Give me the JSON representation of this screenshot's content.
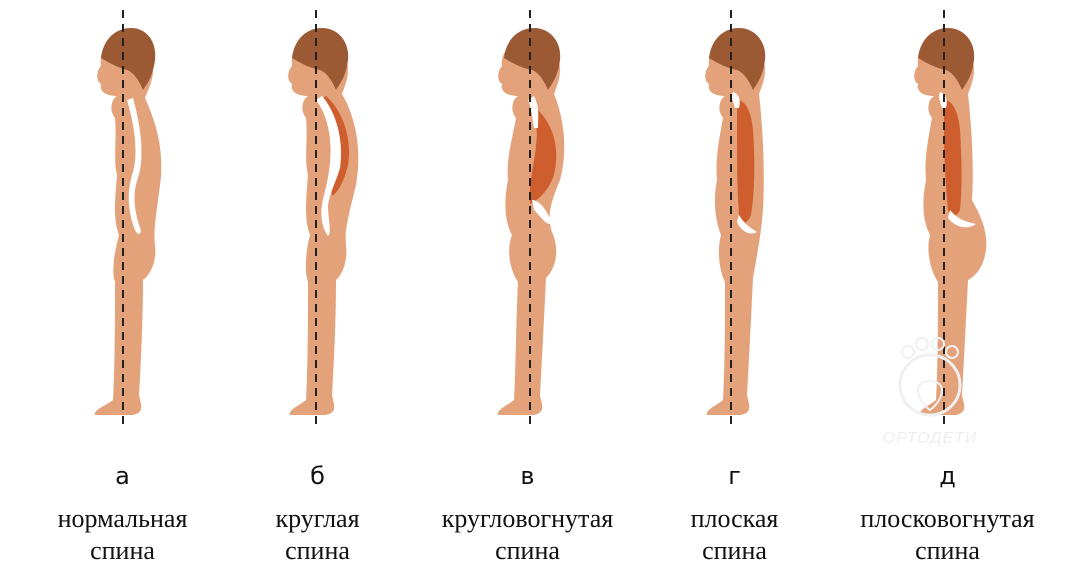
{
  "postures": [
    {
      "letter": "а",
      "line1": "нормальная",
      "line2": "спина",
      "icon": "posture-normal-back"
    },
    {
      "letter": "б",
      "line1": "круглая",
      "line2": "спина",
      "icon": "posture-round-back"
    },
    {
      "letter": "в",
      "line1": "кругловогнутая",
      "line2": "спина",
      "icon": "posture-round-concave-back"
    },
    {
      "letter": "г",
      "line1": "плоская",
      "line2": "спина",
      "icon": "posture-flat-back"
    },
    {
      "letter": "д",
      "line1": "плосковогнутая",
      "line2": "спина",
      "icon": "posture-flat-concave-back"
    }
  ],
  "watermark": {
    "text": "ОРТОДЕТИ"
  },
  "colors": {
    "skin": "#e3a27a",
    "hair": "#9b5a34",
    "muscle": "#cf5e2f",
    "axis": "#222222"
  }
}
